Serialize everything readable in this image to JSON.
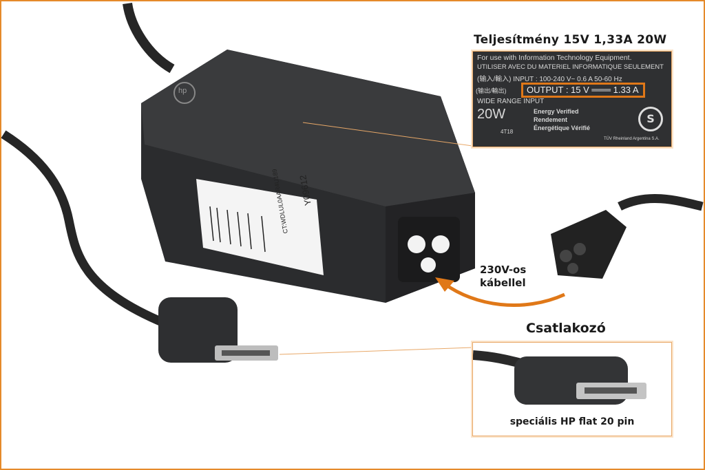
{
  "annotations": {
    "spec_title": "Teljesítmény 15V 1,33A 20W",
    "cable_note_line1": "230V-os",
    "cable_note_line2": "kábellel",
    "connector_title": "Csatlakozó",
    "connector_caption": "speciális HP flat 20 pin"
  },
  "spec_label": {
    "line1": "For use with Information Technology Equipment.",
    "line2": "UTILISER AVEC DU MATERIEL INFORMATIQUE SEULEMENT",
    "input": "(输入/輸入) INPUT : 100-240 V~ 0.6 A  50-60 Hz",
    "output_prefix": "(输出/輸出)",
    "output": "OUTPUT : 15 V ═══ 1.33 A",
    "wide_range": "WIDE RANGE INPUT",
    "wattage": "20W",
    "energy1": "Energy Verified",
    "energy2": "Rendement",
    "energy3": "Énergétique Vérifié",
    "code": "4T18",
    "tuv": "TÜV Rheinland Argentina S.A."
  },
  "adapter_sticker": {
    "part": "Y09612",
    "ct": "CT:WDLUL0AAR4U189",
    "brand": "hp"
  },
  "colors": {
    "accent": "#e58a2a",
    "adapter": "#2b2c2e"
  }
}
